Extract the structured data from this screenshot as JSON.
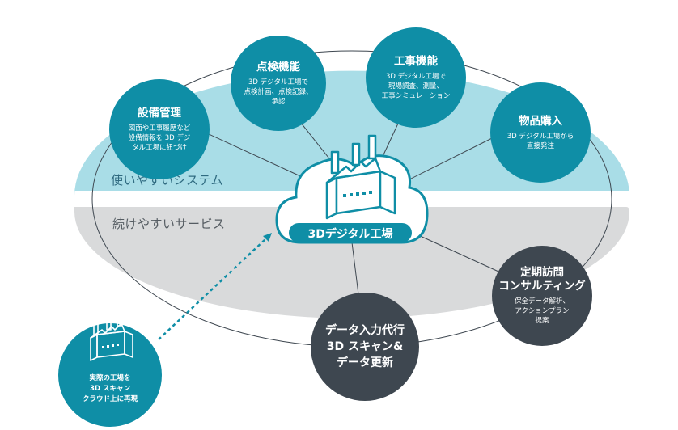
{
  "colors": {
    "teal": "#0f8ea6",
    "dark": "#3e4750",
    "light_blue_band": "#a9dde7",
    "grey_band": "#d9dadb",
    "line": "#3e4750"
  },
  "bands": {
    "top_label": "使いやすいシステム",
    "bottom_label": "続けやすいサービス"
  },
  "center": {
    "label": "3Dデジタル工場",
    "icon": "factory-cloud-icon"
  },
  "nodes": {
    "equipment": {
      "title": "設備管理",
      "desc": [
        "図面や工事履歴など",
        "設備情報を 3D デジ",
        "タル工場に紐づけ"
      ]
    },
    "inspection": {
      "title": "点検機能",
      "desc": [
        "3D デジタル工場で",
        "点検計画、点検記録、",
        "承認"
      ]
    },
    "construction": {
      "title": "工事機能",
      "desc": [
        "3D デジタル工場で",
        "現場調査、測量、",
        "工事シミュレーション"
      ]
    },
    "purchase": {
      "title": "物品購入",
      "desc": [
        "3D デジタル工場から",
        "直接発注"
      ]
    },
    "consulting": {
      "title": [
        "定期訪問",
        "コンサルティング"
      ],
      "desc": [
        "保全データ解析、",
        "アクションプラン",
        "提案"
      ]
    },
    "data_entry": {
      "title": [
        "データ入力代行",
        "3D スキャン&",
        "データ更新"
      ]
    },
    "real_factory": {
      "desc": [
        "実際の工場を",
        "3D スキャン",
        "クラウド上に再現"
      ],
      "icon": "factory-icon"
    }
  }
}
